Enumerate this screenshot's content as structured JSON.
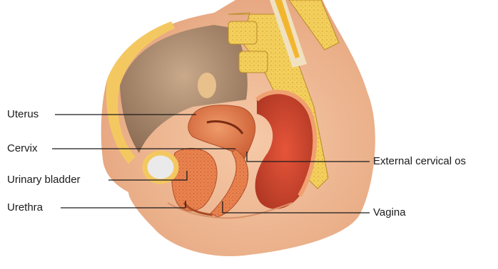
{
  "diagram": {
    "labels": {
      "uterus": "Uterus",
      "cervix": "Cervix",
      "urinary_bladder": "Urinary bladder",
      "urethra": "Urethra",
      "external_cervical_os": "External cervical os",
      "vagina": "Vagina"
    }
  }
}
